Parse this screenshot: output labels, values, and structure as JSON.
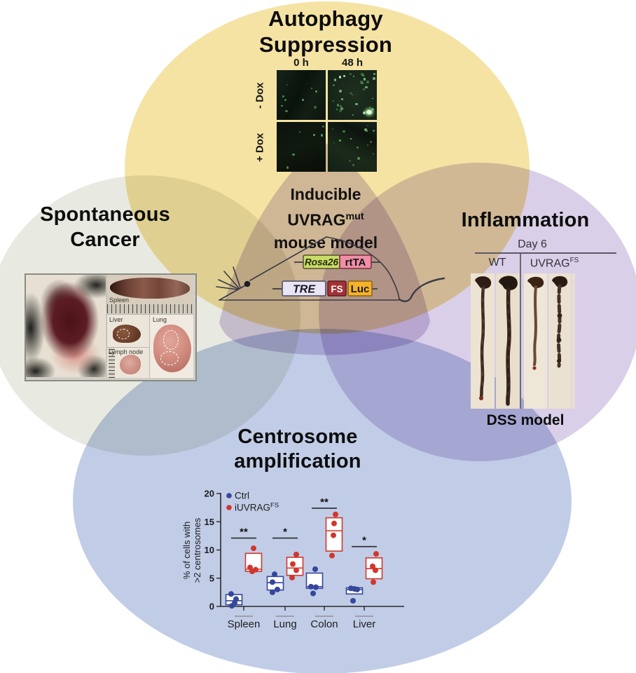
{
  "venn": {
    "autophagy_color": "#F5E3A4",
    "cancer_color": "#E8EAE1",
    "inflammation_color": "#DACFE8",
    "centrosome_color": "#C1CDE7",
    "center_blob_color": "#D8CDE6"
  },
  "autophagy": {
    "title_line1": "Autophagy",
    "title_line2": "Suppression",
    "col_labels": [
      "0 h",
      "48 h"
    ],
    "row_labels": [
      "- Dox",
      "+ Dox"
    ],
    "micrograph_speckles": [
      9,
      34,
      6,
      16
    ]
  },
  "center_model": {
    "title_line1": "Inducible",
    "title_line2_base": "UVRAG",
    "title_line2_sup": "mut",
    "title_line3": "mouse model",
    "construct_row1": {
      "left_label": "Rosa26",
      "left_color": "#C9DC66",
      "right_label": "rtTA",
      "right_color": "#EE8FA4"
    },
    "construct_row2": {
      "left_label": "TRE",
      "left_color": "#E9E4F6",
      "mid_label": "FS",
      "mid_color": "#A33136",
      "right_label": "Luc",
      "right_color": "#F5B32B"
    }
  },
  "cancer": {
    "title_line1": "Spontaneous",
    "title_line2": "Cancer",
    "panel_labels": {
      "spleen": "Spleen",
      "liver": "Liver",
      "lung": "Lung",
      "lymph": "Lymph node"
    }
  },
  "inflammation": {
    "title": "Inflammation",
    "day_label": "Day 6",
    "group1": "WT",
    "group2_base": "UVRAG",
    "group2_sup": "FS",
    "caption": "DSS model"
  },
  "centrosome": {
    "title_line1": "Centrosome",
    "title_line2": "amplification"
  },
  "chart_data": {
    "type": "box-scatter",
    "title": "Centrosome amplification",
    "ylabel_lines": [
      "% of cells with",
      ">2 centrosomes"
    ],
    "ylim": [
      0,
      20
    ],
    "yticks": [
      0,
      5,
      10,
      15,
      20
    ],
    "categories": [
      "Spleen",
      "Lung",
      "Colon",
      "Liver"
    ],
    "legend_position": "top-left",
    "series": [
      {
        "name": "Ctrl",
        "name_sup": "",
        "color": "#35479B",
        "groups": [
          {
            "box": [
              0.3,
              2.1
            ],
            "median": 1.0,
            "points": [
              2.2,
              1.3,
              0.6,
              0.1
            ]
          },
          {
            "box": [
              2.9,
              5.3
            ],
            "median": 4.2,
            "points": [
              5.7,
              4.3,
              3.0,
              2.5
            ]
          },
          {
            "box": [
              3.2,
              5.9
            ],
            "median": 3.5,
            "points": [
              6.6,
              3.5,
              3.4,
              2.3
            ]
          },
          {
            "box": [
              2.2,
              3.3
            ],
            "median": 3.0,
            "points": [
              3.2,
              3.1,
              3.0,
              1.0
            ]
          }
        ]
      },
      {
        "name": "iUVRAG",
        "name_sup": "FS",
        "color": "#D0372C",
        "groups": [
          {
            "box": [
              6.2,
              9.4
            ],
            "median": 6.6,
            "points": [
              10.3,
              6.9,
              6.5,
              6.2
            ]
          },
          {
            "box": [
              5.5,
              8.7
            ],
            "median": 6.8,
            "points": [
              9.2,
              7.5,
              6.4,
              5.1
            ]
          },
          {
            "box": [
              9.8,
              15.7
            ],
            "median": 13.4,
            "points": [
              16.3,
              14.7,
              12.6,
              9.0
            ]
          },
          {
            "box": [
              4.9,
              8.6
            ],
            "median": 6.7,
            "points": [
              9.3,
              7.1,
              6.4,
              4.3
            ]
          }
        ]
      }
    ],
    "significance": [
      {
        "category": "Spleen",
        "label": "**",
        "y": 12.1
      },
      {
        "category": "Lung",
        "label": "*",
        "y": 12.1
      },
      {
        "category": "Colon",
        "label": "**",
        "y": 17.4
      },
      {
        "category": "Liver",
        "label": "*",
        "y": 10.6
      }
    ]
  }
}
